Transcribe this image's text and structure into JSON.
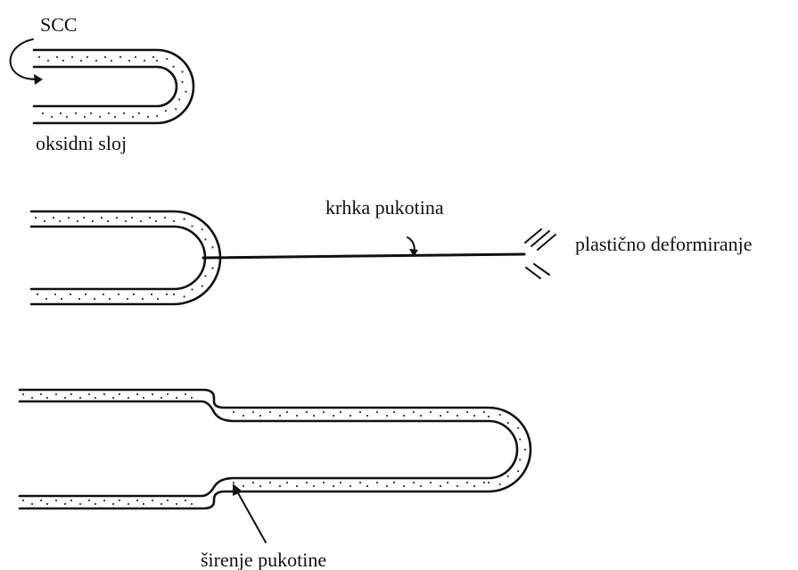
{
  "labels": {
    "scc": "SCC",
    "oxide_layer": "oksidni sloj",
    "brittle_crack": "krhka pukotina",
    "plastic_deformation": "plastično deformiranje",
    "crack_growth": "širenje pukotine"
  },
  "colors": {
    "ink": "#111111",
    "background": "#ffffff"
  }
}
